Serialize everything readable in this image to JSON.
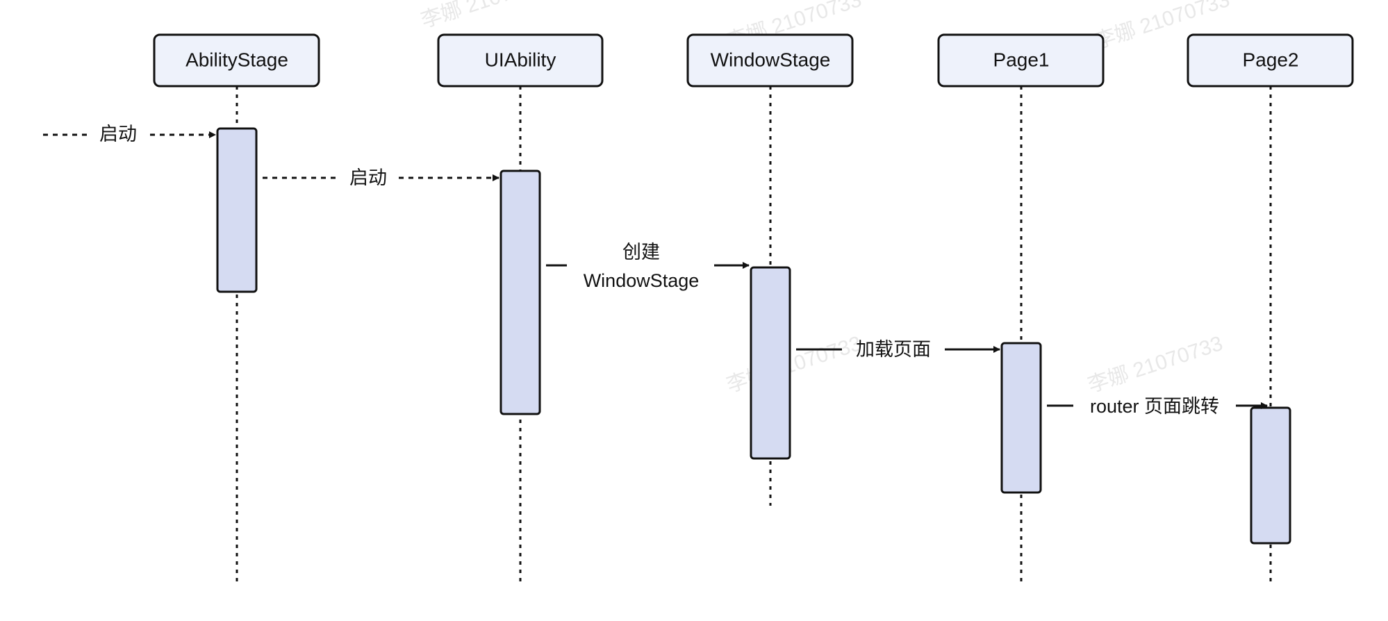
{
  "participants": [
    {
      "id": "abilitystage",
      "label": "AbilityStage"
    },
    {
      "id": "uiability",
      "label": "UIAbility"
    },
    {
      "id": "windowstage",
      "label": "WindowStage"
    },
    {
      "id": "page1",
      "label": "Page1"
    },
    {
      "id": "page2",
      "label": "Page2"
    }
  ],
  "messages": [
    {
      "id": "start-abilitystage",
      "from": null,
      "to": "abilitystage",
      "label": [
        "启动"
      ],
      "style": "dotted"
    },
    {
      "id": "start-uiability",
      "from": "abilitystage",
      "to": "uiability",
      "label": [
        "启动"
      ],
      "style": "dotted"
    },
    {
      "id": "create-windowstage",
      "from": "uiability",
      "to": "windowstage",
      "label": [
        "创建",
        "WindowStage"
      ],
      "style": "dashed"
    },
    {
      "id": "load-page",
      "from": "windowstage",
      "to": "page1",
      "label": [
        "加载页面"
      ],
      "style": "dashed"
    },
    {
      "id": "router-navigate",
      "from": "page1",
      "to": "page2",
      "label": [
        "router 页面跳转"
      ],
      "style": "dashed"
    }
  ],
  "watermark": "李娜 21070733"
}
